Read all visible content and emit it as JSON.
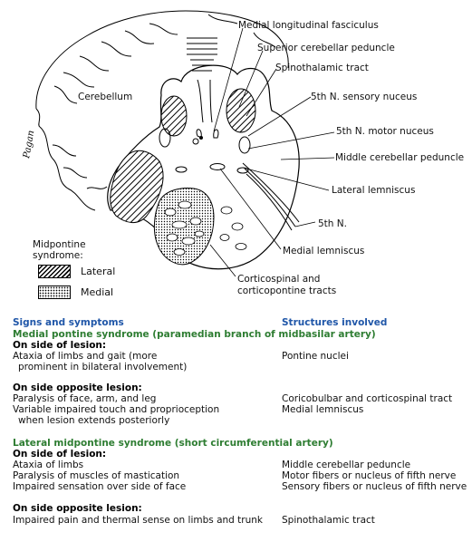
{
  "figure": {
    "artist_signature": "Pagan",
    "labels": {
      "mlf": "Medial longitudinal fasciculus",
      "scp": "Superior cerebellar peduncle",
      "stt": "Spinothalamic tract",
      "cerebellum": "Cerebellum",
      "sensory": "5th N. sensory nuceus",
      "motor": "5th N. motor nuceus",
      "mcp": "Middle cerebellar peduncle",
      "ll": "Lateral lemniscus",
      "n5": "5th N.",
      "ml": "Medial lemniscus",
      "ct1": "Corticospinal and",
      "ct2": "corticopontine tracts"
    },
    "legend": {
      "title1": "Midpontine",
      "title2": "syndrome:",
      "lateral": "Lateral",
      "medial": "Medial"
    }
  },
  "table": {
    "col1_header": "Signs and symptoms",
    "col2_header": "Structures involved",
    "medial": {
      "title": "Medial pontine syndrome (paramedian branch of midbasilar artery)",
      "same_side_header": "On side of lesion:",
      "same_side": [
        {
          "sign": "Ataxia of limbs and gait (more",
          "sign2": "prominent in bilateral involvement)",
          "structure": "Pontine nuclei"
        }
      ],
      "opposite_header": "On side opposite lesion:",
      "opposite": [
        {
          "sign": "Paralysis of face, arm, and leg",
          "structure": "Coricobulbar and corticospinal tract"
        },
        {
          "sign": "Variable impaired touch and proprioception",
          "sign2": "when lesion extends posteriorly",
          "structure": "Medial lemniscus"
        }
      ]
    },
    "lateral": {
      "title": "Lateral midpontine syndrome (short circumferential artery)",
      "same_side_header": "On side of lesion:",
      "same_side": [
        {
          "sign": "Ataxia of limbs",
          "structure": "Middle cerebellar peduncle"
        },
        {
          "sign": "Paralysis of muscles of mastication",
          "structure": "Motor fibers or nucleus of fifth nerve"
        },
        {
          "sign": "Impaired sensation over side of face",
          "structure": "Sensory fibers or nucleus of fifth nerve"
        }
      ],
      "opposite_header": "On side opposite lesion:",
      "opposite": [
        {
          "sign": "Impaired pain and thermal sense on limbs and trunk",
          "structure": "Spinothalamic tract"
        }
      ]
    }
  }
}
